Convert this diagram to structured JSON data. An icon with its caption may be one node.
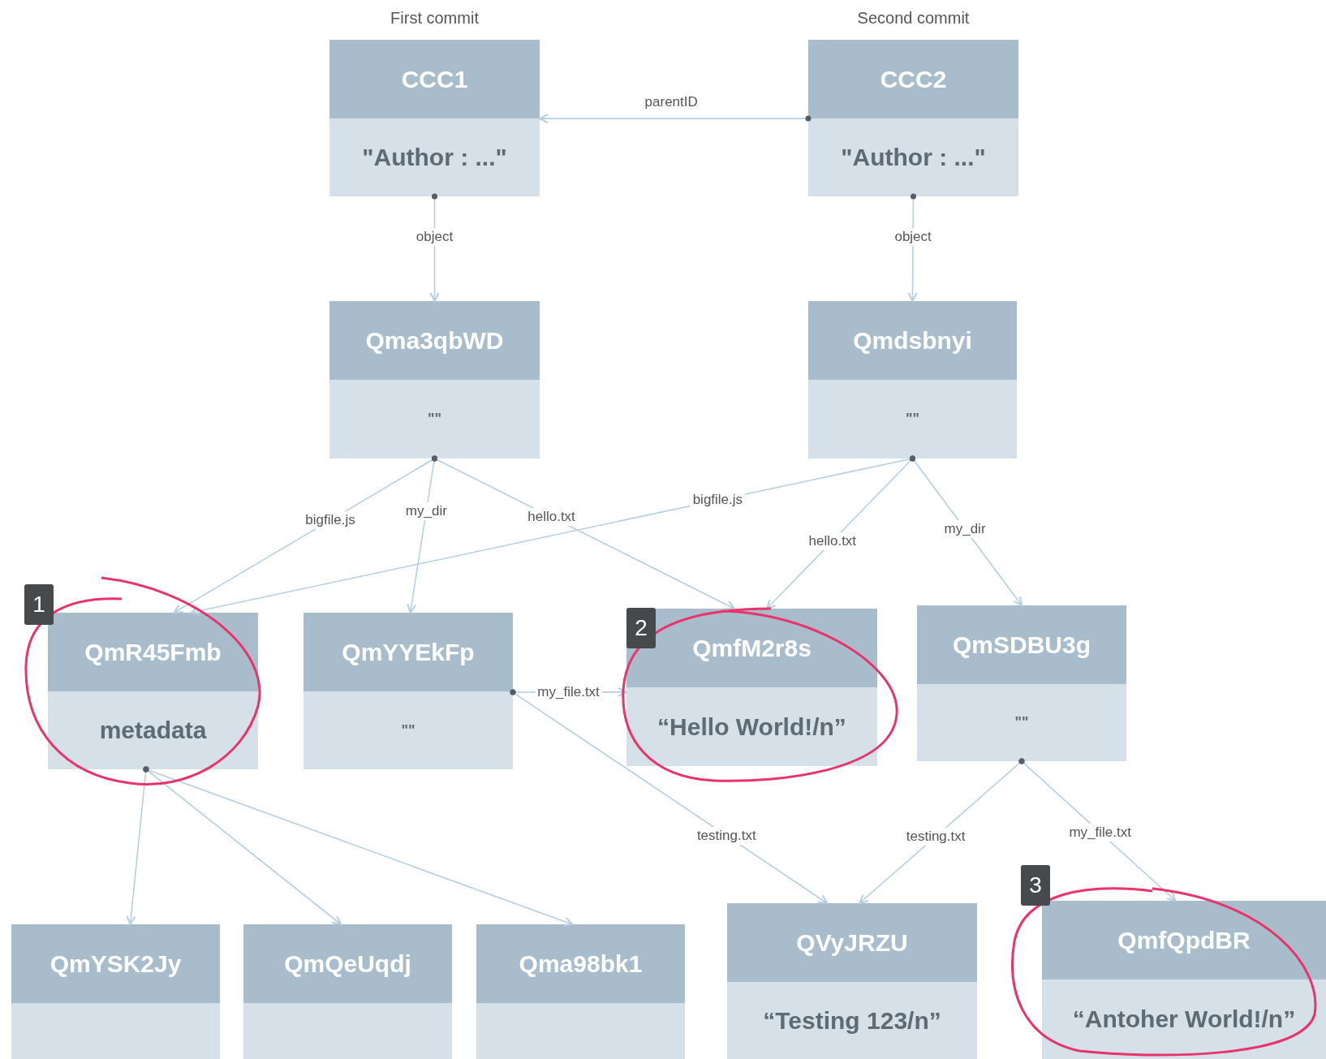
{
  "diagram": {
    "nodes": [
      {
        "text": [
          "CCC1",
          "\"Author : ...\""
        ],
        "beside": [
          "First commit"
        ]
      },
      {
        "text": [
          "CCC2",
          "\"Author : ...\""
        ],
        "beside": [
          "Second commit"
        ]
      },
      {
        "text": [
          "Qma3qbWD",
          "\"\""
        ]
      },
      {
        "text": [
          "Qmdsbnyi",
          "\"\""
        ]
      },
      {
        "text": [
          "QmR45Fmb",
          "metadata"
        ]
      },
      {
        "text": [
          "QmYYEkFp",
          "\"\""
        ]
      },
      {
        "text": [
          "QmfM2r8s",
          "“Hello World!/n”"
        ]
      },
      {
        "text": [
          "QmSDBU3g",
          "\"\""
        ]
      },
      {
        "text": [
          "QmYSK2Jy"
        ]
      },
      {
        "text": [
          "QmQeUqdj"
        ]
      },
      {
        "text": [
          "Qma98bk1"
        ]
      },
      {
        "text": [
          "QVyJRZU",
          "“Testing 123/n”"
        ]
      },
      {
        "text": [
          "QmfQpdBR",
          "“Antoher World!/n”"
        ]
      }
    ],
    "edges": [
      {
        "from": 1,
        "to": 0,
        "arrow": "to",
        "label": "parentID"
      },
      {
        "from": 0,
        "to": 2,
        "arrow": "to",
        "label": "object"
      },
      {
        "from": 1,
        "to": 3,
        "arrow": "to",
        "label": "object"
      },
      {
        "from": 2,
        "to": 4,
        "arrow": "to",
        "label": "bigfile.js"
      },
      {
        "from": 2,
        "to": 5,
        "arrow": "to",
        "label": "my_dir"
      },
      {
        "from": 2,
        "to": 6,
        "arrow": "to",
        "label": "hello.txt"
      },
      {
        "from": 3,
        "to": 4,
        "arrow": "to",
        "label": "bigfile.js"
      },
      {
        "from": 3,
        "to": 6,
        "arrow": "to",
        "label": "hello.txt"
      },
      {
        "from": 3,
        "to": 7,
        "arrow": "to",
        "label": "my_dir"
      },
      {
        "from": 5,
        "to": 6,
        "arrow": "to",
        "label": "my_file.txt"
      },
      {
        "from": 5,
        "to": 11,
        "arrow": "to",
        "label": "testing.txt"
      },
      {
        "from": 4,
        "to": 8,
        "arrow": "to"
      },
      {
        "from": 4,
        "to": 9,
        "arrow": "to"
      },
      {
        "from": 4,
        "to": 10,
        "arrow": "to"
      },
      {
        "from": 7,
        "to": 11,
        "arrow": "to",
        "label": "testing.txt"
      },
      {
        "from": 7,
        "to": 12,
        "arrow": "to",
        "label": "my_file.txt"
      }
    ],
    "labels": [
      "1",
      "2",
      "3"
    ]
  }
}
